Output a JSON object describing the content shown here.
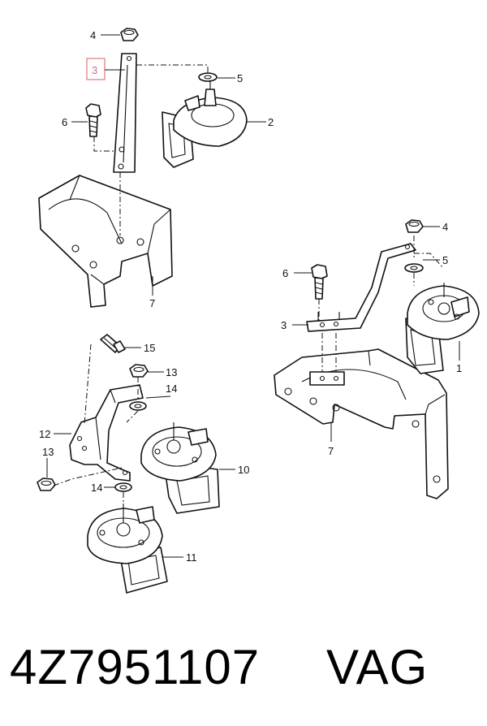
{
  "callouts": {
    "top_left": {
      "c4": "4",
      "c3": "3",
      "c5": "5",
      "c6": "6",
      "c2": "2",
      "c7": "7"
    },
    "right": {
      "c4": "4",
      "c6": "6",
      "c5": "5",
      "c3": "3",
      "c1": "1",
      "c7": "7"
    },
    "bottom_left": {
      "c15": "15",
      "c13a": "13",
      "c14a": "14",
      "c12": "12",
      "c13b": "13",
      "c10": "10",
      "c14b": "14",
      "c11": "11"
    }
  },
  "highlight_color": "#e07a7a",
  "footer": {
    "part_number": "4Z7951107",
    "brand": "VAG"
  }
}
